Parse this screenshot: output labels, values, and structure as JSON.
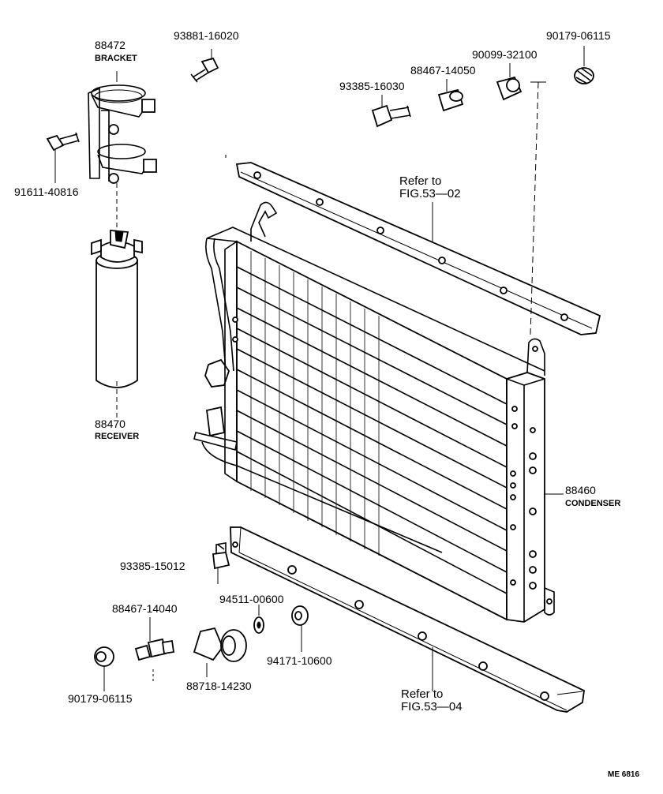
{
  "labels": {
    "bracket_num": "88472",
    "bracket_name": "BRACKET",
    "bolt_top": "93881-16020",
    "bolt_left": "91611-40816",
    "receiver_num": "88470",
    "receiver_name": "RECEIVER",
    "bolt_right": "93385-16030",
    "fitting_top": "88467-14050",
    "grommet_top": "90099-32100",
    "cushion_top": "90179-06115",
    "condenser_num": "88460",
    "condenser_name": "CONDENSER",
    "bolt_bottom": "93385-15012",
    "fitting_bottom": "88467-14040",
    "washer": "94511-00600",
    "grommet_bottom": "94171-10600",
    "cushion_bottom": "90179-06115",
    "clamp": "88718-14230"
  },
  "references": {
    "top_line1": "Refer to",
    "top_line2": "FIG.53—02",
    "bottom_line1": "Refer to",
    "bottom_line2": "FIG.53—04"
  },
  "diagram_code": "ME 6816"
}
